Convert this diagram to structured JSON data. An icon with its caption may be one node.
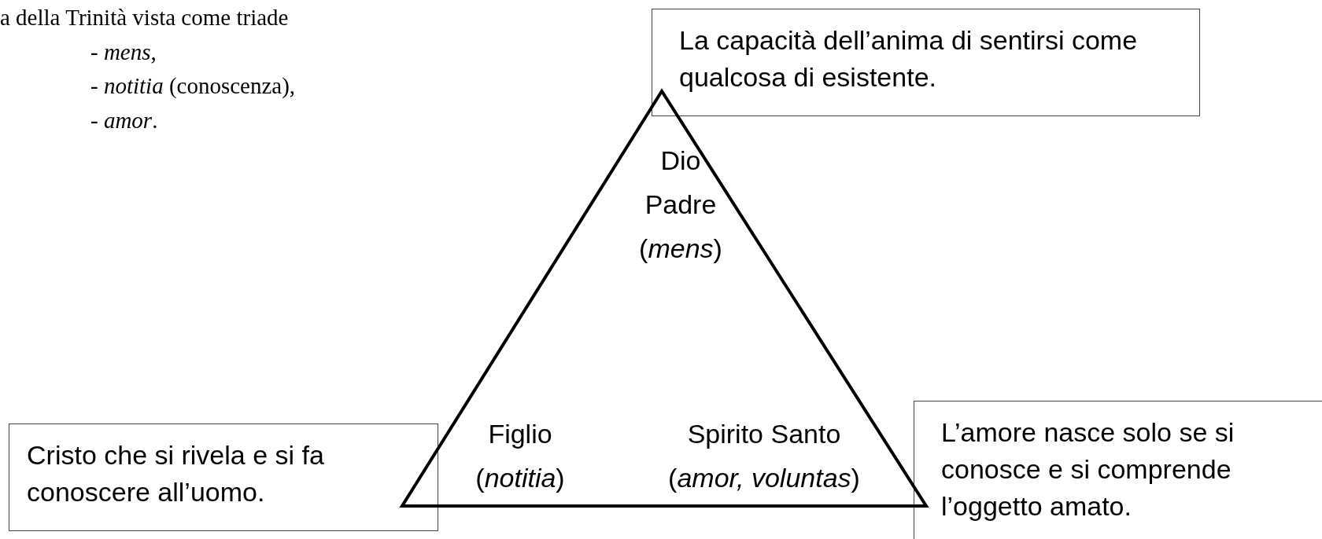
{
  "diagram": {
    "nodes": [
      {
        "text": [
          "La capacità dell’anima di sentirsi come qualcosa di esistente."
        ]
      },
      {
        "text": [
          "Dio Padre (*mens*)",
          "Figlio (*notitia*)",
          "Spirito Santo (*amor, voluntas*)"
        ]
      },
      {
        "text": [
          "Cristo che si rivela e si fa conoscere all’uomo."
        ]
      },
      {
        "text": [
          "L’amore nasce solo se si conosce e si comprende l’oggetto amato."
        ]
      }
    ],
    "labels": [
      "a della Trinità vista come triade",
      "- *mens*,",
      "- *notitia* (conoscenza),",
      "- *amor*."
    ]
  }
}
